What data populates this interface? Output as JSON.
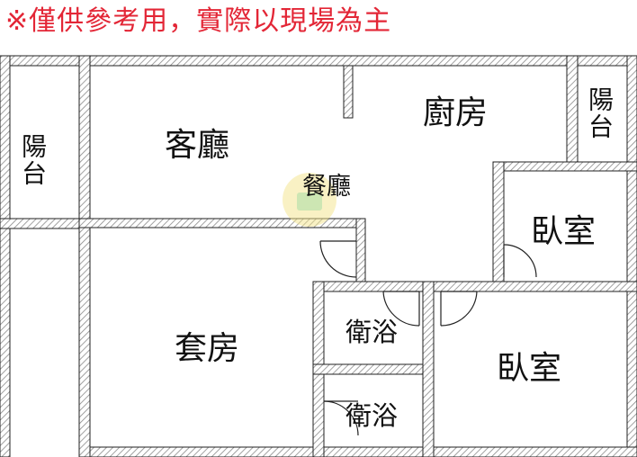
{
  "disclaimer": "※僅供參考用，實際以現場為主",
  "rooms": {
    "balcony_left": "陽台",
    "living_room": "客廳",
    "kitchen": "廚房",
    "balcony_right": "陽台",
    "dining_room": "餐廳",
    "bedroom_upper": "臥室",
    "master_suite": "套房",
    "bathroom_upper": "衛浴",
    "bathroom_lower": "衛浴",
    "bedroom_lower": "臥室"
  },
  "colors": {
    "disclaimer": "#e32636",
    "wall_hatch": "#8a8a8a",
    "wall_edge": "#222222",
    "watermark": "#e6d35a"
  }
}
